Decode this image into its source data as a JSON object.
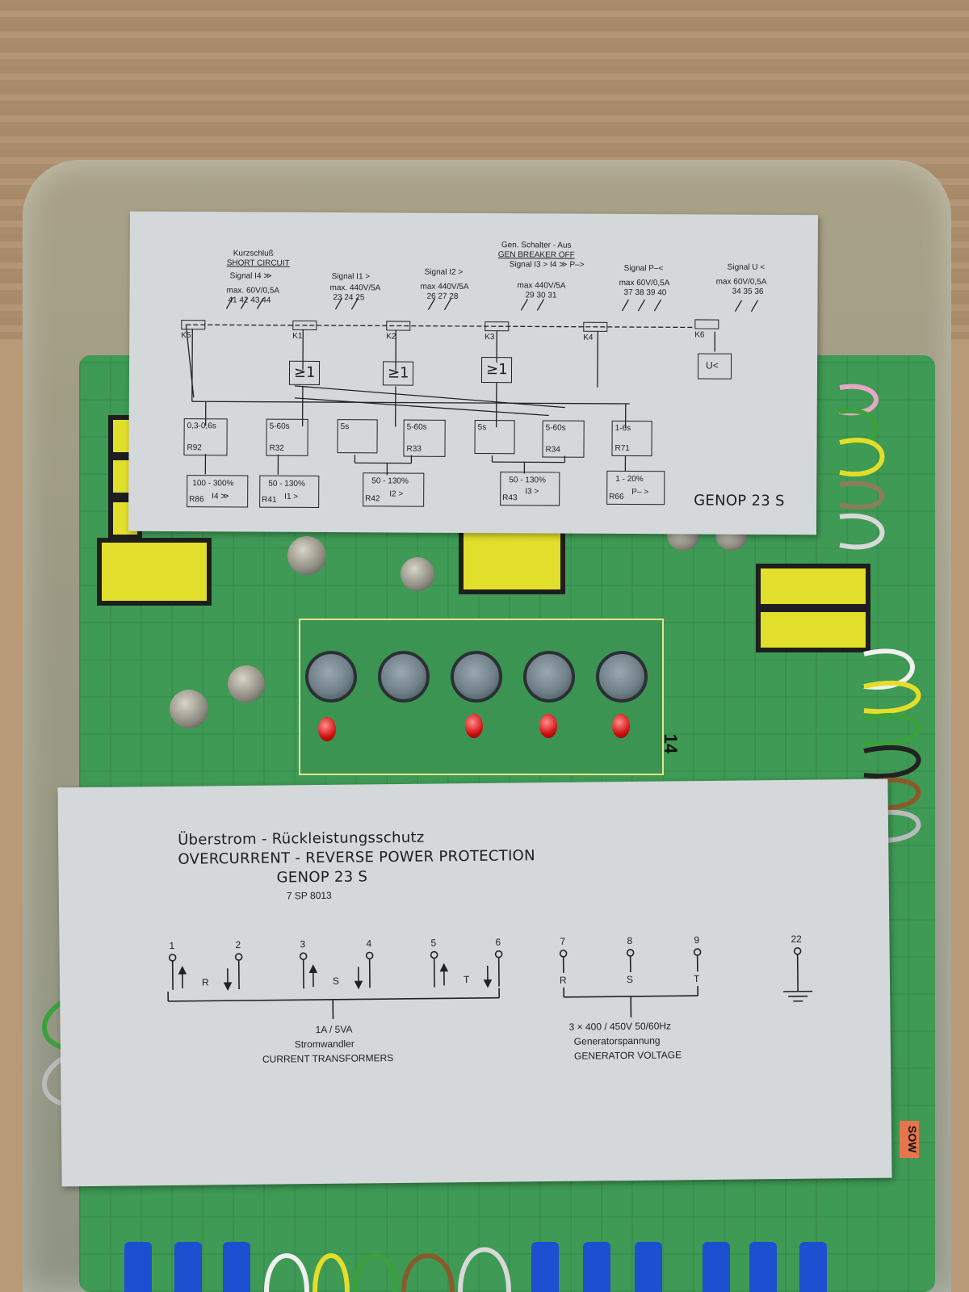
{
  "top_panel": {
    "short_circuit_de": "Kurzschluß",
    "short_circuit_en": "SHORT CIRCUIT",
    "breaker_de": "Gen. Schalter - Aus",
    "breaker_en": "GEN BREAKER OFF",
    "signals": [
      {
        "name": "Signal I4 ≫",
        "rating": "max. 60V/0,5A",
        "pins": "41 42 43 44"
      },
      {
        "name": "Signal I1 >",
        "rating": "max. 440V/5A",
        "pins": "23 24 25"
      },
      {
        "name": "Signal I2 >",
        "rating": "max 440V/5A",
        "pins": "26 27 28"
      },
      {
        "name": "Signal I3 > I4 ≫ P–>",
        "rating": "max 440V/5A",
        "pins": "29 30 31"
      },
      {
        "name": "Signal P–<",
        "rating": "max 60V/0,5A",
        "pins": "37 38 39 40"
      },
      {
        "name": "Signal U <",
        "rating": "max 60V/0,5A",
        "pins": "34 35 36"
      }
    ],
    "relays": [
      "K5",
      "K1",
      "K2",
      "K3",
      "K4",
      "K6"
    ],
    "or_gates": [
      "≥1",
      "≥1",
      "≥1"
    ],
    "undervoltage": "U<",
    "timers": [
      {
        "range": "0,3-0,6s",
        "tag": "R92"
      },
      {
        "range": "5-60s",
        "tag": "R32"
      },
      {
        "range": "5s",
        "tag": ""
      },
      {
        "range": "5-60s",
        "tag": "R33"
      },
      {
        "range": "5s",
        "tag": ""
      },
      {
        "range": "5-60s",
        "tag": "R34"
      },
      {
        "range": "1-6s",
        "tag": "R71"
      }
    ],
    "setpoints": [
      {
        "range": "100 - 300%",
        "sub": "I4 ≫",
        "tag": "R86"
      },
      {
        "range": "50 - 130%",
        "sub": "I1 >",
        "tag": "R41"
      },
      {
        "range": "50 - 130%",
        "sub": "I2 >",
        "tag": "R42"
      },
      {
        "range": "50 - 130%",
        "sub": "I3 >",
        "tag": "R43"
      },
      {
        "range": "1 - 20%",
        "sub": "P– >",
        "tag": "R66"
      }
    ],
    "model": "GENOP 23 S"
  },
  "bottom_panel": {
    "title_de": "Überstrom - Rückleistungsschutz",
    "title_en": "OVERCURRENT - REVERSE POWER PROTECTION",
    "model": "GENOP 23 S",
    "part_no": "7 SP 8013",
    "ct_terminals": [
      "1",
      "2",
      "3",
      "4",
      "5",
      "6"
    ],
    "ct_phases": [
      "R",
      "S",
      "T"
    ],
    "vt_terminals": [
      "7",
      "8",
      "9"
    ],
    "vt_phases": [
      "R",
      "S",
      "T"
    ],
    "ground_terminal": "22",
    "ct_rating": "1A / 5VA",
    "ct_de": "Stromwandler",
    "ct_en": "CURRENT TRANSFORMERS",
    "vt_rating": "3 × 400 / 450V  50/60Hz",
    "vt_de": "Generatorspannung",
    "vt_en": "GENERATOR VOLTAGE"
  },
  "board": {
    "marker": "14",
    "sticker": "SOW",
    "colors": {
      "board": "#3e9a55",
      "panel": "#d4d8da",
      "yellow": "#e2df2c",
      "terminal": "#1d4fd1"
    }
  }
}
